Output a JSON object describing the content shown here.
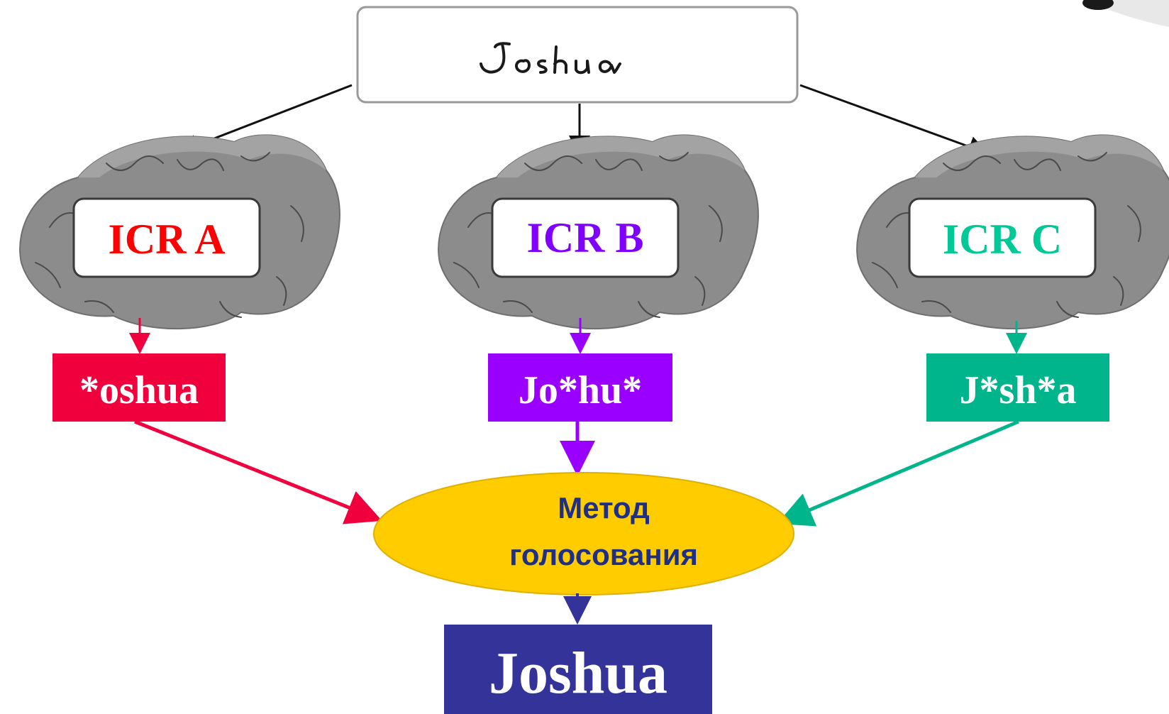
{
  "input": {
    "handwritten_text": "Joshua"
  },
  "engines": [
    {
      "label": "ICR A",
      "color": "#ff0000",
      "result": "*oshua",
      "result_color": "#f0003c"
    },
    {
      "label": "ICR B",
      "color": "#7f00ff",
      "result": "Jo*hu*",
      "result_color": "#9900ff"
    },
    {
      "label": "ICR C",
      "color": "#00c896",
      "result": "J*sh*a",
      "result_color": "#00b48c"
    }
  ],
  "voting": {
    "line1": "Метод",
    "line2": "голосования",
    "fill_color": "#ffcc00"
  },
  "output": {
    "text": "Joshua",
    "color": "#333399"
  }
}
